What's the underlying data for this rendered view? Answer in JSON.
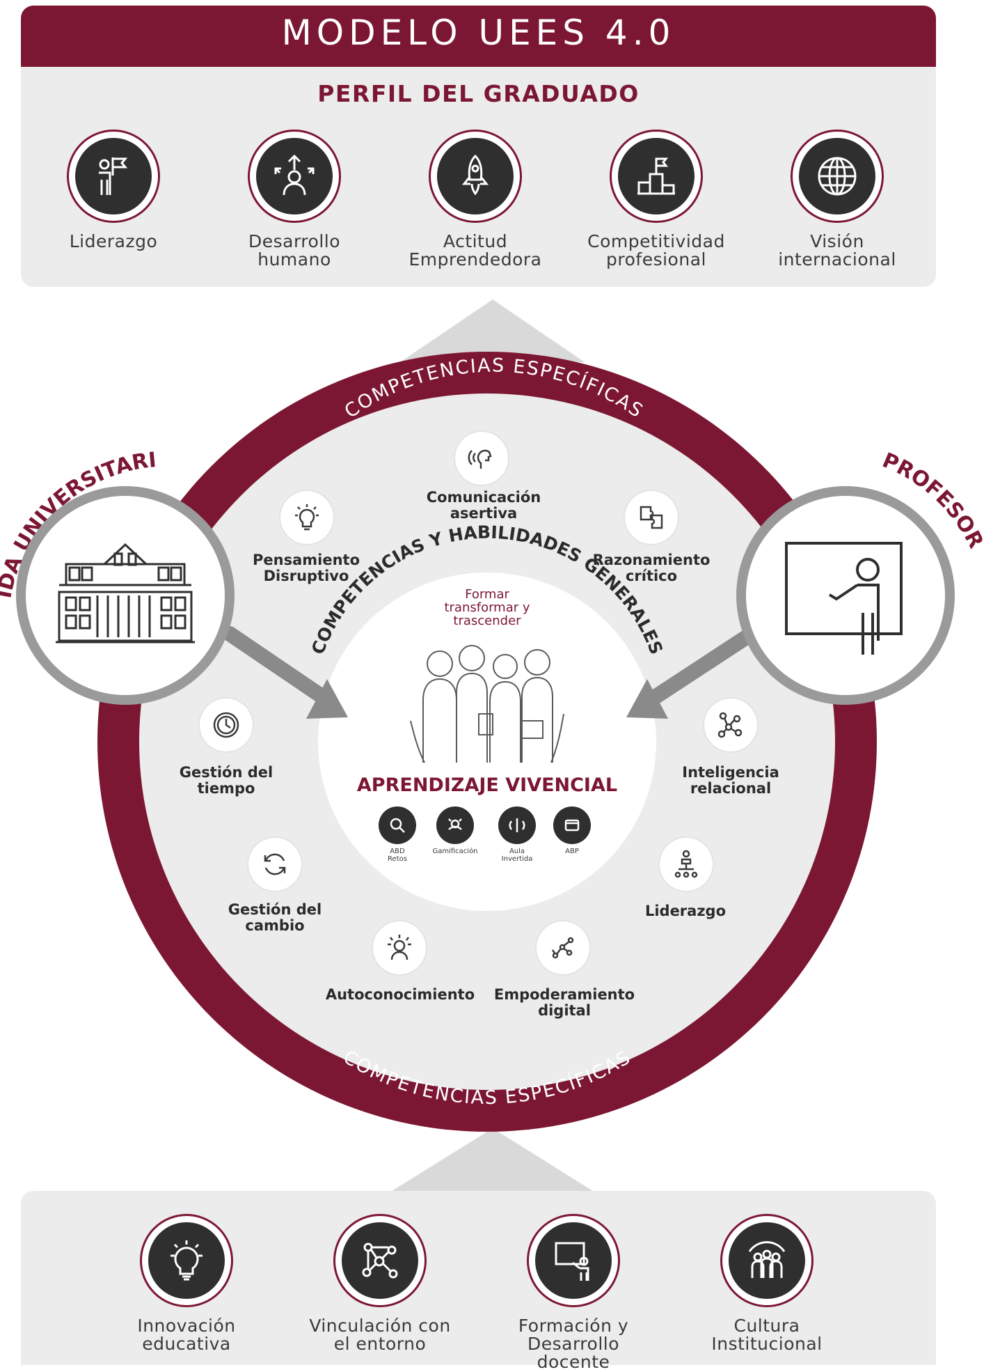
{
  "header": {
    "title": "MODELO UEES 4.0"
  },
  "perfil": {
    "heading": "PERFIL DEL GRADUADO",
    "items": [
      {
        "label": "Liderazgo",
        "icon": "leader-flag-icon"
      },
      {
        "label": "Desarrollo\nhumano",
        "icon": "human-growth-icon"
      },
      {
        "label": "Actitud\nEmprendedora",
        "icon": "rocket-icon"
      },
      {
        "label": "Competitividad\nprofesional",
        "icon": "podium-icon"
      },
      {
        "label": "Visión\ninternacional",
        "icon": "globe-icon"
      }
    ]
  },
  "ring": {
    "top_label": "COMPETENCIAS ESPECÍFICAS",
    "bottom_label": "COMPETENCIAS ESPECÍFICAS"
  },
  "side": {
    "left_label": "VIDA UNIVERSITARIA",
    "right_label": "PROFESOR"
  },
  "general": {
    "arc_label": "COMPETENCIAS Y HABILIDADES GENERALES",
    "competencies": [
      {
        "label": "Comunicación\nasertiva",
        "icon": "speaking-head-icon"
      },
      {
        "label": "Pensamiento\nDisruptivo",
        "icon": "lightbulb-icon"
      },
      {
        "label": "Razonamiento\ncrítico",
        "icon": "puzzle-icon"
      },
      {
        "label": "Gestión del\ntiempo",
        "icon": "clock-icon"
      },
      {
        "label": "Inteligencia\nrelacional",
        "icon": "network-icon"
      },
      {
        "label": "Gestión del\ncambio",
        "icon": "refresh-icon"
      },
      {
        "label": "Liderazgo",
        "icon": "leadership-icon"
      },
      {
        "label": "Autoconocimiento",
        "icon": "self-knowledge-icon"
      },
      {
        "label": "Empoderamiento\ndigital",
        "icon": "digital-circuit-icon"
      }
    ]
  },
  "center": {
    "motto": "Formar\ntransformar y\ntrascender",
    "title": "APRENDIZAJE VIVENCIAL",
    "methods": [
      {
        "label": "ABD\nRetos",
        "icon": "magnifier-icon"
      },
      {
        "label": "Gamificación",
        "icon": "gamepad-icon"
      },
      {
        "label": "Aula\nInvertida",
        "icon": "flip-icon"
      },
      {
        "label": "ABP",
        "icon": "project-icon"
      }
    ]
  },
  "pilares": {
    "items": [
      {
        "label": "Innovación\neducativa",
        "icon": "bulb-icon"
      },
      {
        "label": "Vinculación con\nel entorno",
        "icon": "network-nodes-icon"
      },
      {
        "label": "Formación y\nDesarrollo docente",
        "icon": "teacher-board-icon"
      },
      {
        "label": "Cultura\nInstitucional",
        "icon": "group-icon"
      }
    ]
  },
  "colors": {
    "brand": "#7c1733",
    "panel": "#ececec",
    "dark_icon": "#2f2f2f",
    "arrow_gray": "#d4d4d4"
  }
}
